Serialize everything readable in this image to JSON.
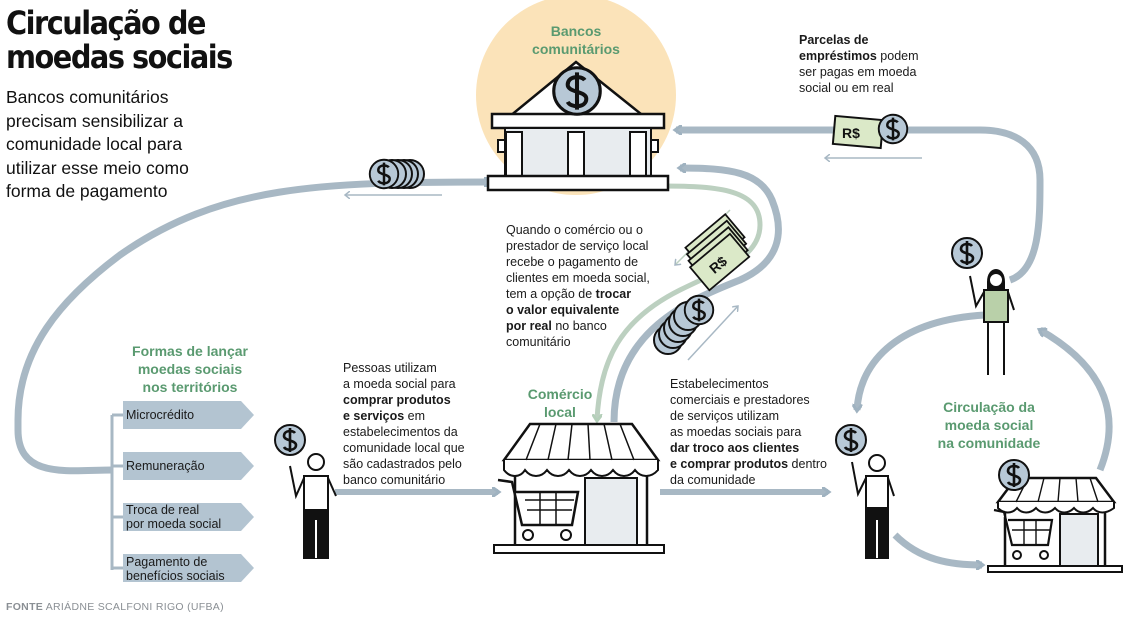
{
  "title_line1": "Circulação de",
  "title_line2": "moedas sociais",
  "lead": "Bancos comunitários precisam sensibilizar a comunidade local para utilizar esse meio como forma de pagamento",
  "bank": {
    "label_line1": "Bancos",
    "label_line2": "comunitários",
    "icon": "bank-icon"
  },
  "loan_note": {
    "line1_bold": "Parcelas de",
    "line2_bold": "empréstimos",
    "line2_rest": " podem",
    "line3": "ser pagas em moeda",
    "line4": "social ou em real"
  },
  "exchange_note": {
    "line1": "Quando o comércio ou o",
    "line2": "prestador de serviço local",
    "line3": "recebe o pagamento de",
    "line4": "clientes em moeda social,",
    "line5_pre": "tem a opção de ",
    "line5_bold": "trocar",
    "line6_bold": "o valor equivalente",
    "line7_bold": "por real",
    "line7_rest": " no banco",
    "line8": "comunitário"
  },
  "launch": {
    "title_line1": "Formas de lançar",
    "title_line2": "moedas sociais",
    "title_line3": "nos territórios",
    "items": [
      [
        "Microcrédito"
      ],
      [
        "Remuneração"
      ],
      [
        "Troca de real",
        "por moeda social"
      ],
      [
        "Pagamento de",
        "benefícios sociais"
      ]
    ]
  },
  "people_note": {
    "line1": "Pessoas utilizam",
    "line2": "a moeda social para",
    "line3_bold": "comprar produtos",
    "line4_bold": "e serviços",
    "line4_rest": " em",
    "line5": "estabelecimentos da",
    "line6": "comunidade local que",
    "line7": "são cadastrados pelo",
    "line8": "banco comunitário"
  },
  "commerce": {
    "label_line1": "Comércio",
    "label_line2": "local"
  },
  "establishments_note": {
    "line1": "Estabelecimentos",
    "line2": "comerciais e prestadores",
    "line3": "de serviços utilizam",
    "line4": "as moedas sociais para",
    "line5_bold": "dar troco aos clientes",
    "line6_bold": "e comprar produtos",
    "line6_rest": " dentro da comunidade"
  },
  "community": {
    "label_line1": "Circulação da",
    "label_line2": "moeda social",
    "label_line3": "na comunidade"
  },
  "symbols": {
    "coin": "$",
    "note": "R$"
  },
  "source_label": "FONTE",
  "source": "ARIÁDNE SCALFONI RIGO (UFBA)",
  "colors": {
    "flow": "#a8b8c4",
    "flow_light": "#bcd0c0",
    "green_text": "#5a9a70",
    "coin": "#b7c8d6",
    "bank_halo": "#fbe3b9",
    "pill": "#b3c4d1",
    "money_green": "#dbe9c8"
  }
}
